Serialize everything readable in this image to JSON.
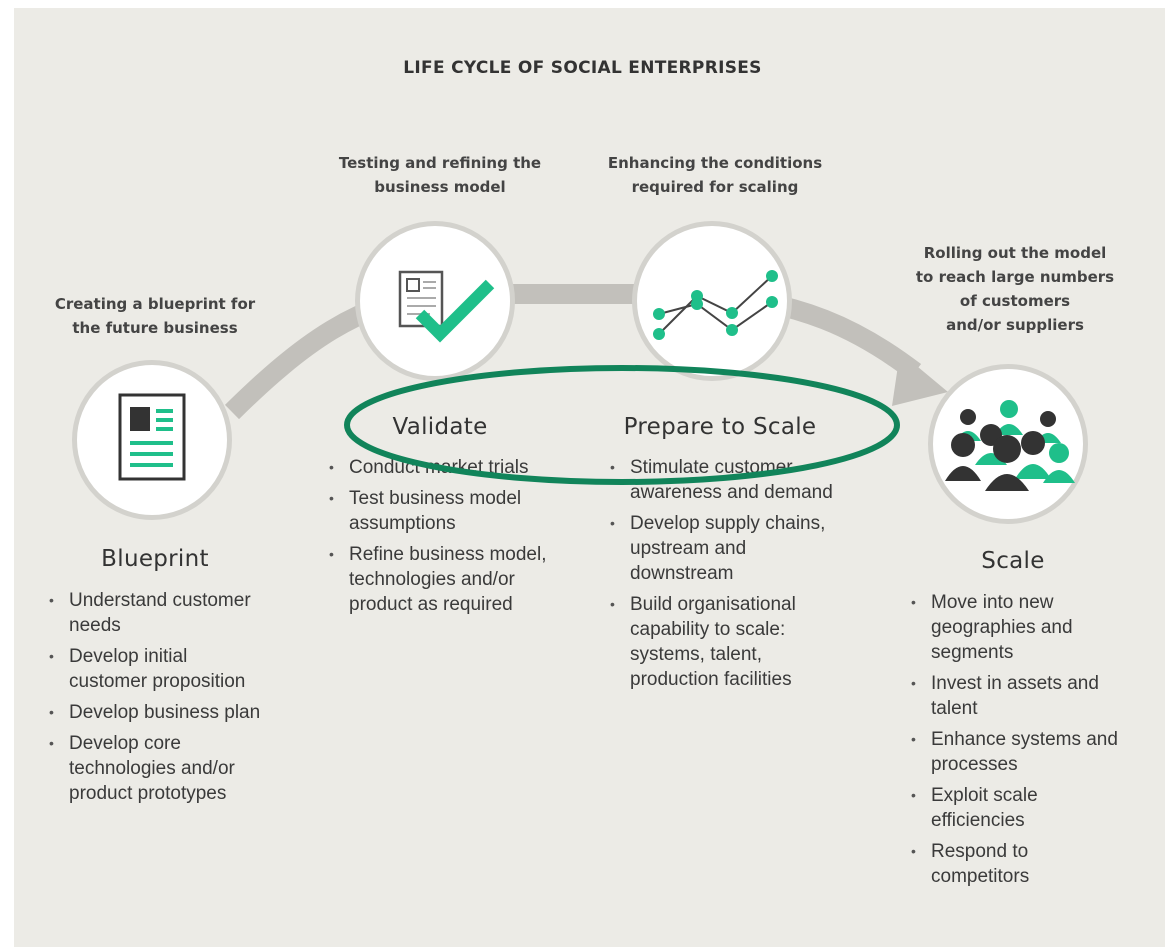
{
  "title": "LIFE CYCLE OF SOCIAL ENTERPRISES",
  "colors": {
    "accent": "#1fbf8a",
    "highlight": "#11845a",
    "arc": "#c2c0bb",
    "background": "#ecebe6"
  },
  "stages": {
    "blueprint": {
      "caption_line1": "Creating a blueprint for",
      "caption_line2": "the future business",
      "name": "Blueprint",
      "icon": "blueprint-document-icon",
      "bullets": [
        "Understand customer needs",
        "Develop initial customer proposition",
        "Develop business plan",
        "Develop core technologies and/or product prototypes"
      ]
    },
    "validate": {
      "caption_line1": "Testing and refining the",
      "caption_line2": "business model",
      "name": "Validate",
      "icon": "document-check-icon",
      "bullets": [
        "Conduct market trials",
        "Test business model assumptions",
        "Refine business model, technologies and/or product as required"
      ]
    },
    "prepare": {
      "caption_line1": "Enhancing the conditions",
      "caption_line2": "required for scaling",
      "name": "Prepare to Scale",
      "icon": "line-chart-icon",
      "bullets": [
        "Stimulate customer awareness and demand",
        "Develop supply chains, upstream and downstream",
        "Build organisational capability to scale: systems, talent, production facilities"
      ]
    },
    "scale": {
      "caption_line1": "Rolling out the model",
      "caption_line2": "to reach large numbers",
      "caption_line3": "of customers",
      "caption_line4": "and/or suppliers",
      "name": "Scale",
      "icon": "people-group-icon",
      "bullets": [
        "Move into new geographies and segments",
        "Invest in assets and talent",
        "Enhance systems and processes",
        "Exploit scale efficiencies",
        "Respond to competitors"
      ]
    }
  }
}
